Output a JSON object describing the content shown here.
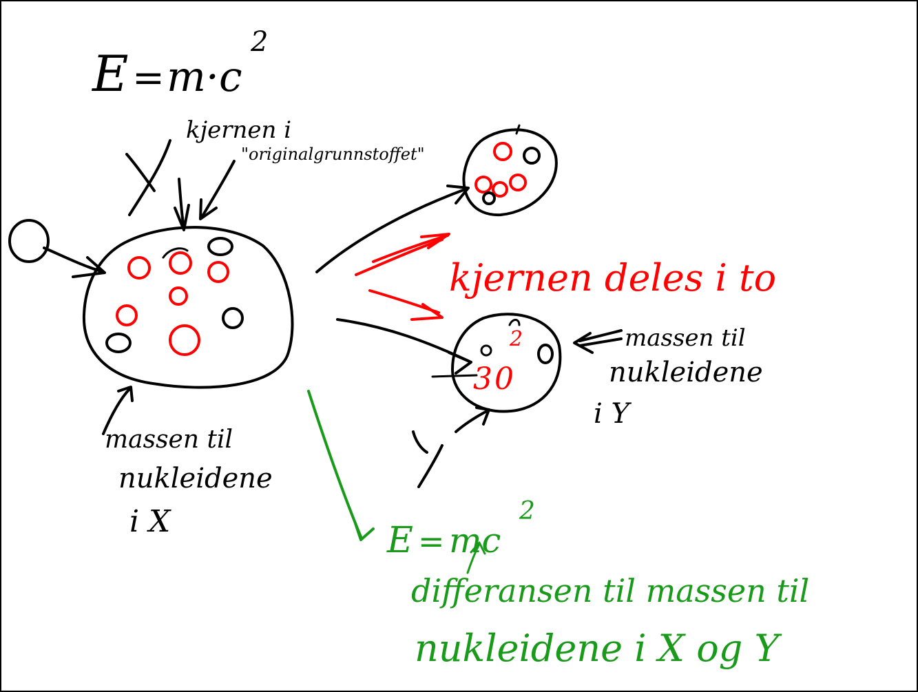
{
  "colors": {
    "black": "#000000",
    "red": "#ff0000",
    "green": "#1a9a1a",
    "background": "#ffffff"
  },
  "formula_top": {
    "lhs": "E",
    "eq": "=",
    "rhs": "m·c",
    "exp": "2"
  },
  "labels": {
    "x_letter": "X",
    "kjernen_line1": "kjernen i",
    "kjernen_line2": "\"originalgrunnstoffet\"",
    "kjernen_deles": "kjernen deles i to",
    "massen_y_line1": "massen til",
    "massen_y_line2": "nukleidene",
    "massen_y_line3": "i Y",
    "y_letter": "Y",
    "massen_x_line1": "massen til",
    "massen_x_line2": "nukleidene",
    "massen_x_line3": "i X",
    "diff_line1": "differansen til massen til",
    "diff_line2": "nukleidene i X og Y"
  },
  "formula_green": {
    "lhs": "E",
    "eq": "=",
    "rhs": "mc",
    "exp": "2"
  },
  "fragment_digits": {
    "top": "2",
    "left": "3",
    "mid": "0"
  }
}
